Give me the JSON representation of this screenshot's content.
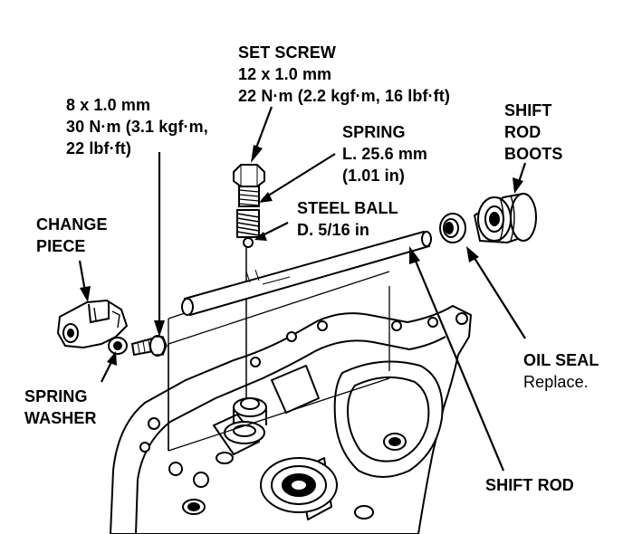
{
  "colors": {
    "ink": "#000000",
    "paper": "#ffffff"
  },
  "labels": {
    "set_screw": {
      "line1": "SET SCREW",
      "line2": "12 x 1.0 mm",
      "line3": "22 N·m (2.2 kgf·m, 16 lbf·ft)"
    },
    "bolt_spec": {
      "line1": "8 x 1.0 mm",
      "line2": "30 N·m (3.1 kgf·m,",
      "line3": "22 lbf·ft)"
    },
    "spring": {
      "line1": "SPRING",
      "line2": "L. 25.6 mm",
      "line3": "(1.01 in)"
    },
    "steel_ball": {
      "line1": "STEEL BALL",
      "line2": "D. 5/16 in"
    },
    "shift_rod_boots": {
      "line1": "SHIFT",
      "line2": "ROD",
      "line3": "BOOTS"
    },
    "change_piece": {
      "line1": "CHANGE",
      "line2": "PIECE"
    },
    "spring_washer": {
      "line1": "SPRING",
      "line2": "WASHER"
    },
    "oil_seal": {
      "line1": "OIL SEAL",
      "line2": "Replace."
    },
    "shift_rod": {
      "line1": "SHIFT ROD"
    }
  }
}
